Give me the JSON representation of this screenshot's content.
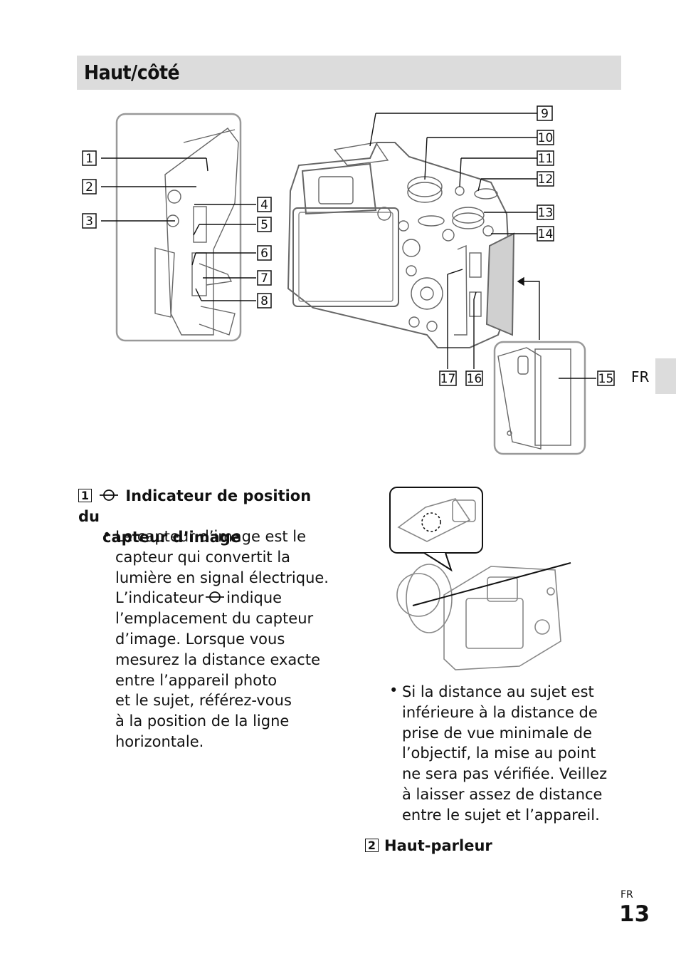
{
  "section_title": "Haut/côté",
  "side_tab_label": "FR",
  "callouts": [
    "1",
    "2",
    "3",
    "4",
    "5",
    "6",
    "7",
    "8",
    "9",
    "10",
    "11",
    "12",
    "13",
    "14",
    "15",
    "16",
    "17"
  ],
  "item1": {
    "number": "1",
    "title_line1": "Indicateur de position du",
    "title_line2": "capteur d’image",
    "bullet_lines": [
      "Le capteur d’image est le",
      "capteur qui convertit la",
      "lumière en signal électrique.",
      "L’indicateur",
      "indique",
      "l’emplacement du capteur",
      "d’image. Lorsque vous",
      "mesurez la distance exacte",
      "entre l’appareil photo",
      "et le sujet, référez-vous",
      "à la position de la ligne",
      "horizontale."
    ]
  },
  "note_lines": [
    "Si la distance au sujet est",
    "inférieure à la distance de",
    "prise de vue minimale de",
    "l’objectif, la mise au point",
    "ne sera pas vérifiée. Veillez",
    "à laisser assez de distance",
    "entre le sujet et l’appareil."
  ],
  "item2": {
    "number": "2",
    "title": "Haut-parleur"
  },
  "footer": {
    "lang": "FR",
    "page": "13"
  }
}
